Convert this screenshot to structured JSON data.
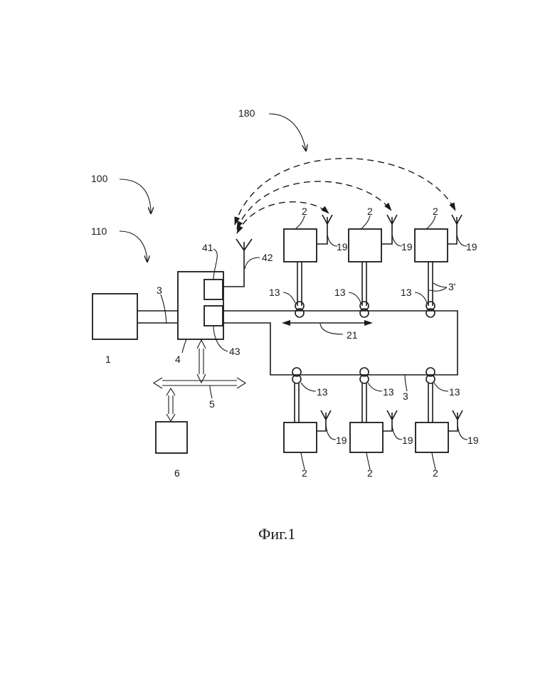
{
  "caption": "Фиг.1",
  "refs": {
    "r180": "180",
    "r100": "100",
    "r110": "110",
    "r1": "1",
    "r3_main": "3",
    "r41": "41",
    "r42": "42",
    "r4": "4",
    "r43": "43",
    "r5": "5",
    "r6": "6",
    "r21": "21",
    "r3_prime": "3'",
    "r3_lower": "3"
  },
  "top_units": [
    {
      "node": "2",
      "antenna": "19",
      "coupler": "13"
    },
    {
      "node": "2",
      "antenna": "19",
      "coupler": "13"
    },
    {
      "node": "2",
      "antenna": "19",
      "coupler": "13"
    }
  ],
  "bottom_units": [
    {
      "node": "2",
      "antenna": "19",
      "coupler": "13"
    },
    {
      "node": "2",
      "antenna": "19",
      "coupler": "13"
    },
    {
      "node": "2",
      "antenna": "19",
      "coupler": "13"
    }
  ]
}
